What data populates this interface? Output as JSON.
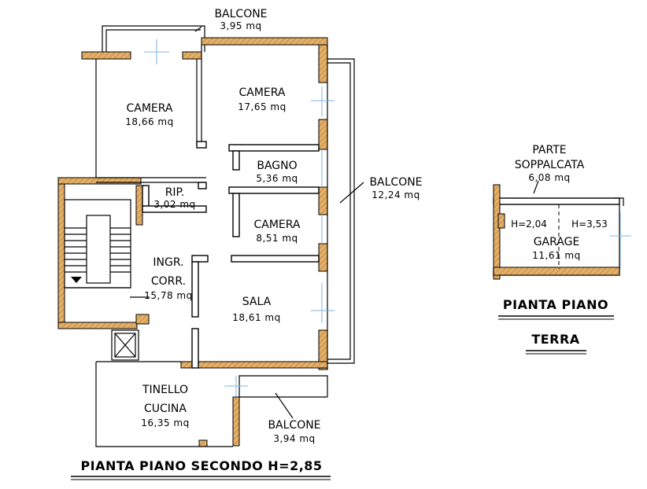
{
  "second_floor": {
    "title": "PIANTA PIANO SECONDO H=2,85",
    "rooms": [
      {
        "name": "BALCONE",
        "area": "3,95 mq"
      },
      {
        "name": "CAMERA",
        "area": "18,66 mq"
      },
      {
        "name": "CAMERA",
        "area": "17,65 mq"
      },
      {
        "name": "BAGNO",
        "area": "5,36 mq"
      },
      {
        "name": "BALCONE",
        "area": "12,24 mq"
      },
      {
        "name": "RIP.",
        "area": "3,02 mq"
      },
      {
        "name": "CAMERA",
        "area": "8,51 mq"
      },
      {
        "name_lines": [
          "INGR.",
          "CORR."
        ],
        "area": "15,78 mq"
      },
      {
        "name": "SALA",
        "area": "18,61 mq"
      },
      {
        "name_lines": [
          "TINELLO",
          "CUCINA"
        ],
        "area": "16,35 mq"
      },
      {
        "name": "BALCONE",
        "area": "3,94 mq"
      }
    ]
  },
  "ground_floor": {
    "title_lines": [
      "PIANTA PIANO",
      "TERRA"
    ],
    "loft": {
      "name_lines": [
        "PARTE",
        "SOPPALCATA"
      ],
      "area": "6,08 mq"
    },
    "garage": {
      "name": "GARAGE",
      "area": "11,61 mq",
      "height_left": "H=2,04",
      "height_right": "H=3,53"
    }
  }
}
